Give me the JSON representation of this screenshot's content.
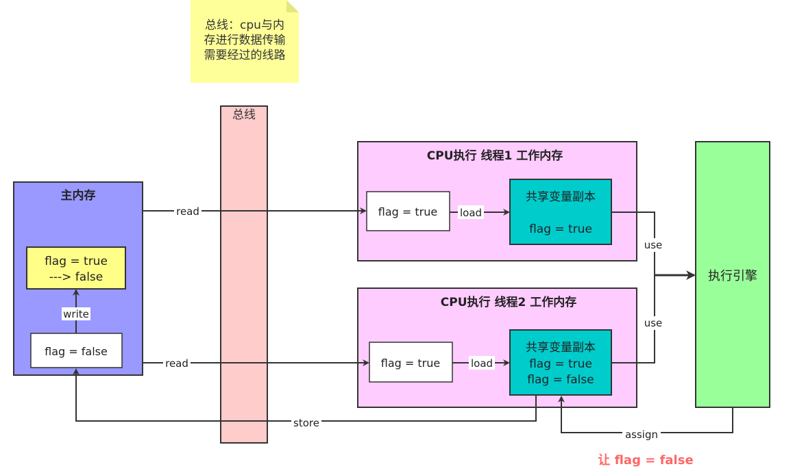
{
  "note": {
    "line1": "总线：cpu与内",
    "line2": "存进行数据传输",
    "line3": "需要经过的线路"
  },
  "bus": {
    "title": "总线"
  },
  "main_memory": {
    "title": "主内存",
    "flag_box_line1": "flag = true",
    "flag_box_line2": "---> false",
    "flag_false_box": "flag = false",
    "write_label": "write"
  },
  "thread1": {
    "title": "CPU执行 线程1 工作内存",
    "flag_box": "flag = true",
    "load_label": "load",
    "copy_title": "共享变量副本",
    "copy_value": "flag = true"
  },
  "thread2": {
    "title": "CPU执行 线程2 工作内存",
    "flag_box": "flag = true",
    "load_label": "load",
    "copy_title": "共享变量副本",
    "copy_value1": "flag = true",
    "copy_value2": "flag = false"
  },
  "engine": {
    "title": "执行引擎"
  },
  "edges": {
    "read1": "read",
    "read2": "read",
    "use1": "use",
    "use2": "use",
    "store": "store",
    "assign": "assign"
  },
  "caption": "让 flag = false",
  "colors": {
    "note": "#ffff99",
    "bus": "#ffcccc",
    "main_memory": "#9999ff",
    "highlight_box": "#ffff88",
    "thread_container": "#ffccff",
    "shared_copy": "#00cccc",
    "engine": "#99ff99",
    "caption": "#ff6666"
  }
}
